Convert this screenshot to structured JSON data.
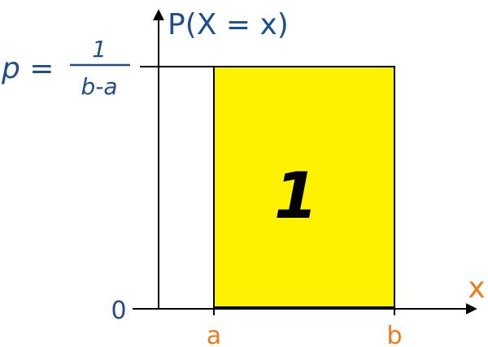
{
  "y_axis": {
    "label": "P(X = x)",
    "color": "#1f4e8c"
  },
  "x_axis": {
    "label": "x",
    "color": "#f07a1a"
  },
  "origin": {
    "label": "0"
  },
  "p_level": {
    "prefix": "p =",
    "numerator": "1",
    "denominator": "b-a"
  },
  "ticks": {
    "a": "a",
    "b": "b"
  },
  "region": {
    "area_label": "1",
    "fill": "#fff200"
  },
  "colors": {
    "axis_text": "#1f4e8c",
    "tick_text": "#f07a1a",
    "line": "#000000"
  }
}
